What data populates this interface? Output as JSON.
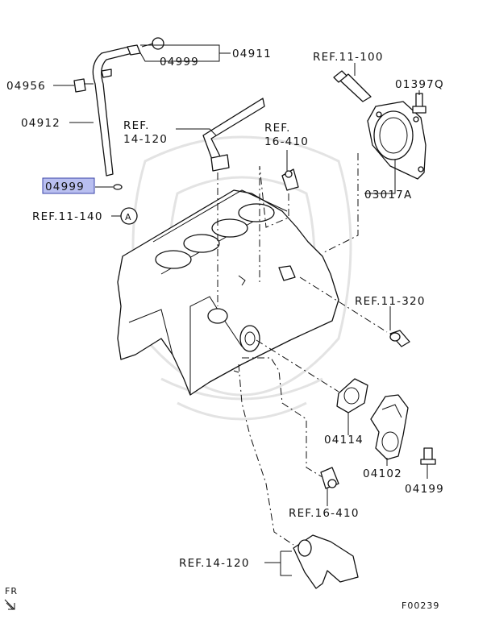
{
  "diagram": {
    "figure_code": "F00239",
    "direction_label": "FR",
    "callout_letter": "A",
    "highlighted_part": "04999",
    "highlight_color": "#b9bff0",
    "labels": {
      "p04911": "04911",
      "p04999_top": "04999",
      "p04956": "04956",
      "p04912": "04912",
      "p04999_hl": "04999",
      "ref11_140": "REF.11-140",
      "ref14_120_a": "REF.",
      "ref14_120_b": "14-120",
      "ref16_410_a": "REF.",
      "ref16_410_b": "16-410",
      "ref11_100": "REF.11-100",
      "p01397q": "01397Q",
      "p03017a": "03017A",
      "ref11_320": "REF.11-320",
      "p04114": "04114",
      "p04102": "04102",
      "p04199": "04199",
      "ref16_410_low": "REF.16-410",
      "ref14_120_low": "REF.14-120"
    }
  }
}
